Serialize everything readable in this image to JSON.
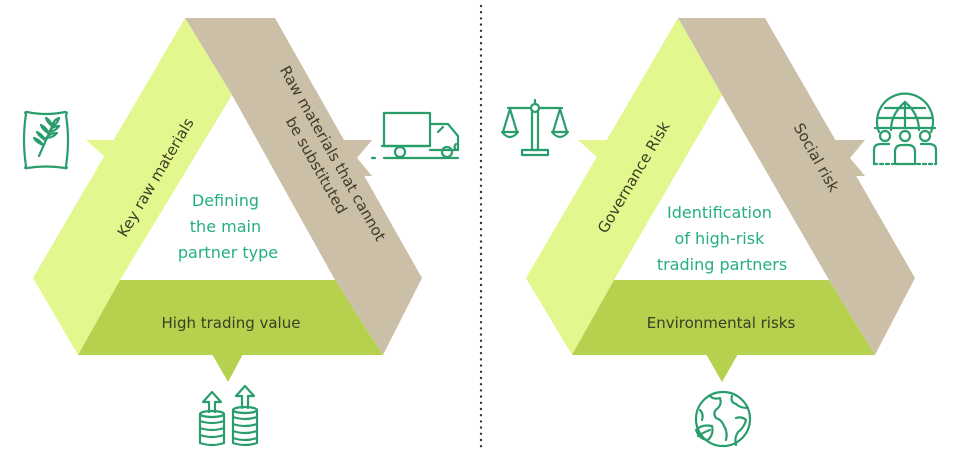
{
  "colors": {
    "left_band": "#e2f78d",
    "right_band": "#cbbfa8",
    "bottom_band": "#b5d14e",
    "center_text": "#24b07c",
    "band_text": "#3d3d26",
    "icon_stroke": "#2a9d6c",
    "divider": "#333333"
  },
  "diagrams": [
    {
      "center_lines": [
        "Defining",
        "the main",
        "partner type"
      ],
      "left_band": {
        "label_lines": [
          "Key raw materials"
        ],
        "icon": "grain-sack-icon"
      },
      "right_band": {
        "label_lines": [
          "Raw materials that cannot",
          "be substituted"
        ],
        "icon": "delivery-truck-icon"
      },
      "bottom_band": {
        "label_lines": [
          "High trading value"
        ],
        "icon": "rising-coins-icon"
      }
    },
    {
      "center_lines": [
        "Identification",
        "of high-risk",
        "trading partners"
      ],
      "left_band": {
        "label_lines": [
          "Governance Risk"
        ],
        "icon": "balance-scale-icon"
      },
      "right_band": {
        "label_lines": [
          "Social risk"
        ],
        "icon": "global-community-icon"
      },
      "bottom_band": {
        "label_lines": [
          "Environmental risks"
        ],
        "icon": "earth-leaf-icon"
      }
    }
  ]
}
